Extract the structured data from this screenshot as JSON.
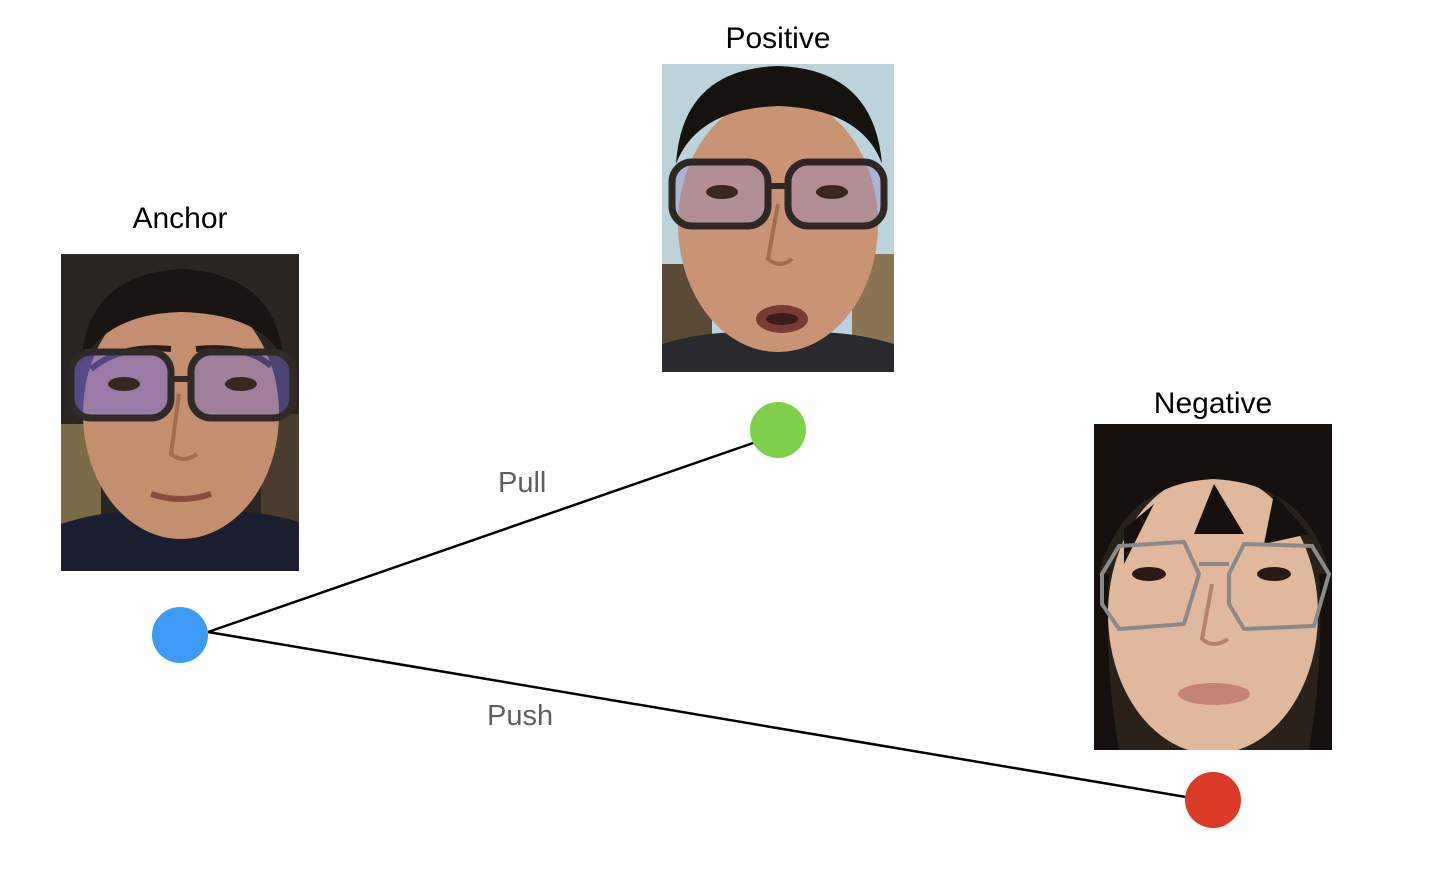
{
  "diagram": {
    "anchor": {
      "label": "Anchor",
      "node_color": "#3d9bf5",
      "photo": "face-photo-man-glasses"
    },
    "positive": {
      "label": "Positive",
      "node_color": "#7ed04b",
      "photo": "face-photo-man-glasses"
    },
    "negative": {
      "label": "Negative",
      "node_color": "#db3a26",
      "photo": "face-photo-woman-glasses"
    },
    "edges": {
      "pull": {
        "label": "Pull"
      },
      "push": {
        "label": "Push"
      }
    },
    "line_color": "#000000",
    "label_color": "#5f5f5f"
  }
}
